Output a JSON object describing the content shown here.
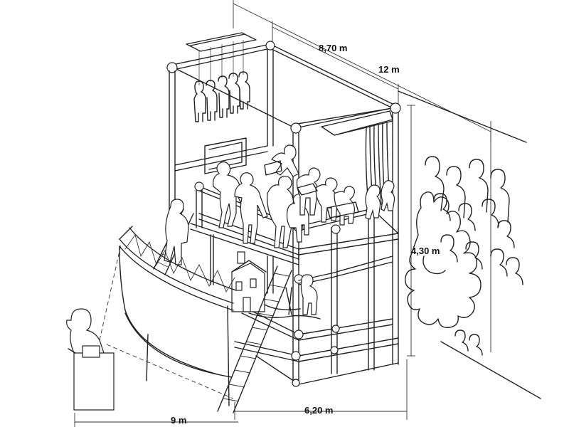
{
  "diagram": {
    "dimensions": {
      "top_depth": "8,70 m",
      "top_width": "12 m",
      "height": "4,30 m",
      "front_width": "6,20 m",
      "left_width": "9 m"
    }
  }
}
